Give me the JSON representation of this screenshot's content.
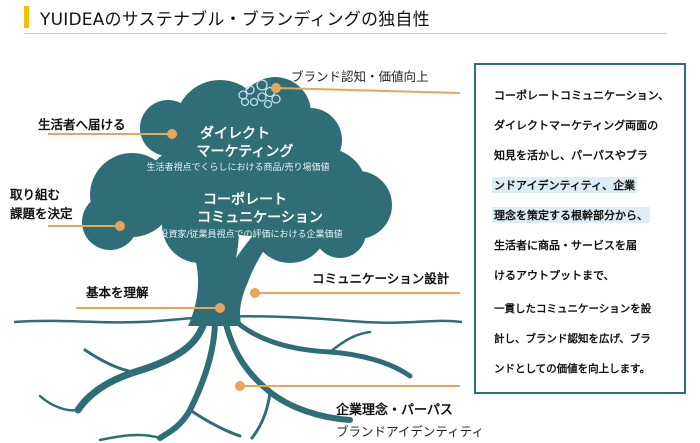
{
  "title": "YUIDEAのサステナブル・ブランディングの独自性",
  "labels": {
    "brand_recognition": "ブランド認知・価値向上",
    "deliver_to_consumers": "生活者へ届ける",
    "issue_line1": "取り組む",
    "issue_line2": "課題を決定",
    "basic_understanding": "基本を理解",
    "communication_design": "コミュニケーション設計",
    "philosophy": "企業理念・パーパス",
    "brand_identity": "ブランドアイデンティティ"
  },
  "crown": {
    "dm_title_1": "ダイレクト",
    "dm_title_2": "マーケティング",
    "dm_sub": "生活者視点でくらしにおける商品/売り場価値",
    "cc_title_1": "コーポレート",
    "cc_title_2": "コミュニケーション",
    "cc_sub": "投資家/従業員視点での評価における企業価値"
  },
  "panel": {
    "lines": [
      "コーポレートコミュニケーション、",
      "ダイレクトマーケティング両面の",
      "知見を活かし、パーパスやブラ",
      "ンドアイデンティティ、企業",
      "理念を策定する根幹部分から、",
      "生活者に商品・サービスを届",
      "けるアウトプットまで、",
      "一貫したコミュニケーションを設",
      "計し、ブランド認知を広げ、ブラ",
      "ンドとしての価値を向上します。"
    ]
  },
  "colors": {
    "tree": "#2f6d77",
    "accent_line": "#e8a65a",
    "title_bar": "#f2c200",
    "panel_border": "#2b6f78",
    "highlight": "#dcedf5"
  }
}
